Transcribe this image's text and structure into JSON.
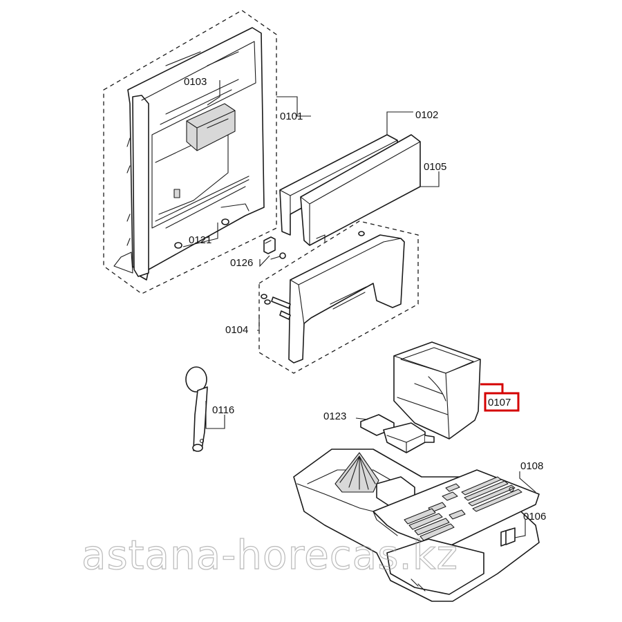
{
  "parts": [
    {
      "id": "0101"
    },
    {
      "id": "0102"
    },
    {
      "id": "0103"
    },
    {
      "id": "0104"
    },
    {
      "id": "0105"
    },
    {
      "id": "0106"
    },
    {
      "id": "0107",
      "highlighted": true
    },
    {
      "id": "0108"
    },
    {
      "id": "0116"
    },
    {
      "id": "0121"
    },
    {
      "id": "0123"
    },
    {
      "id": "0126"
    }
  ],
  "labels": {
    "p0101": "0101",
    "p0102": "0102",
    "p0103": "0103",
    "p0104": "0104",
    "p0105": "0105",
    "p0106": "0106",
    "p0107": "0107",
    "p0108": "0108",
    "p0116": "0116",
    "p0121": "0121",
    "p0123": "0123",
    "p0126": "0126"
  },
  "highlight_color": "#d40000",
  "watermark": "astana-horecas.kz"
}
